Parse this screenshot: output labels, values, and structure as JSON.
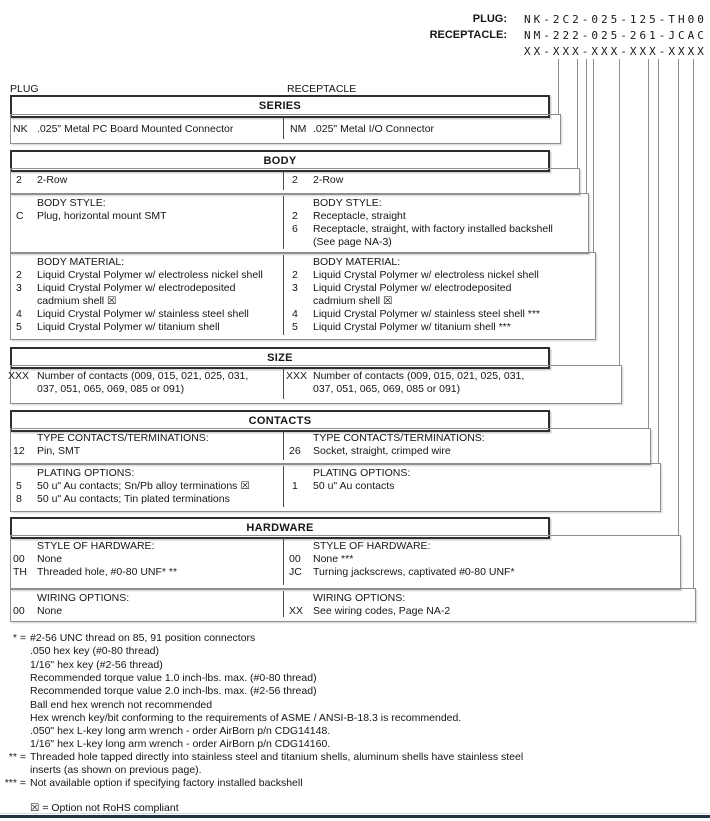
{
  "pn": {
    "plug_label": "PLUG:",
    "plug_value": "NK-2C2-025-125-TH00",
    "receptacle_label": "RECEPTACLE:",
    "receptacle_value": "NM-222-025-261-JCAC",
    "pattern": "XX-XXX-XXX-XXX-XXXX"
  },
  "cols": {
    "left": "PLUG",
    "right": "RECEPTACLE"
  },
  "series": {
    "title": "SERIES",
    "left": {
      "code": "NK",
      "desc": ".025\" Metal PC Board Mounted Connector"
    },
    "right": {
      "code": "NM",
      "desc": ".025\" Metal I/O Connector"
    }
  },
  "body": {
    "title": "BODY",
    "rows": {
      "left_code": "2",
      "left_desc": "2-Row",
      "right_code": "2",
      "right_desc": "2-Row"
    },
    "style": {
      "label": "BODY STYLE:",
      "left": [
        {
          "code": "C",
          "desc": "Plug, horizontal mount SMT"
        }
      ],
      "right": [
        {
          "code": "2",
          "desc": "Receptacle, straight"
        },
        {
          "code": "6",
          "desc": "Receptacle, straight, with factory installed backshell"
        },
        {
          "code": "",
          "desc": "(See page NA-3)"
        }
      ]
    },
    "material": {
      "label": "BODY MATERIAL:",
      "left": [
        {
          "code": "2",
          "desc": "Liquid Crystal Polymer w/ electroless nickel shell"
        },
        {
          "code": "3",
          "desc": "Liquid Crystal Polymer w/ electrodeposited"
        },
        {
          "code": "",
          "desc": "cadmium shell  ☒"
        },
        {
          "code": "4",
          "desc": "Liquid Crystal Polymer w/ stainless steel shell"
        },
        {
          "code": "5",
          "desc": "Liquid Crystal Polymer w/ titanium shell"
        }
      ],
      "right": [
        {
          "code": "2",
          "desc": "Liquid Crystal Polymer w/ electroless nickel shell"
        },
        {
          "code": "3",
          "desc": "Liquid Crystal Polymer w/ electrodeposited"
        },
        {
          "code": "",
          "desc": "cadmium shell  ☒"
        },
        {
          "code": "4",
          "desc": "Liquid Crystal Polymer w/ stainless steel shell ***"
        },
        {
          "code": "5",
          "desc": "Liquid Crystal Polymer w/ titanium shell ***"
        }
      ]
    }
  },
  "size": {
    "title": "SIZE",
    "code": "XXX",
    "desc1": "Number of contacts (009, 015, 021, 025, 031,",
    "desc2": "037, 051, 065, 069, 085 or 091)"
  },
  "contacts": {
    "title": "CONTACTS",
    "type": {
      "label": "TYPE CONTACTS/TERMINATIONS:",
      "left": {
        "code": "12",
        "desc": "Pin, SMT"
      },
      "right": {
        "code": "26",
        "desc": "Socket, straight, crimped wire"
      }
    },
    "plating": {
      "label": "PLATING OPTIONS:",
      "left": [
        {
          "code": "5",
          "desc": "50 u\" Au contacts; Sn/Pb alloy terminations  ☒"
        },
        {
          "code": "8",
          "desc": "50 u\" Au contacts; Tin plated terminations"
        }
      ],
      "right": [
        {
          "code": "1",
          "desc": "50 u\" Au contacts"
        }
      ]
    }
  },
  "hardware": {
    "title": "HARDWARE",
    "style": {
      "label": "STYLE OF HARDWARE:",
      "left": [
        {
          "code": "00",
          "desc": "None"
        },
        {
          "code": "TH",
          "desc": "Threaded hole, #0-80 UNF*  **"
        }
      ],
      "right": [
        {
          "code": "00",
          "desc": "None  ***"
        },
        {
          "code": "JC",
          "desc": "Turning jackscrews, captivated #0-80 UNF*"
        }
      ]
    },
    "wiring": {
      "label": "WIRING OPTIONS:",
      "left": {
        "code": "00",
        "desc": "None"
      },
      "right": {
        "code": "XX",
        "desc": "See wiring codes, Page NA-2"
      }
    }
  },
  "footnotes": {
    "star_marker": "* =",
    "star_lines": [
      "#2-56 UNC thread on 85, 91 position connectors",
      ".050 hex key (#0-80 thread)",
      "1/16\" hex key (#2-56 thread)",
      "Recommended torque value 1.0 inch-lbs. max. (#0-80 thread)",
      "Recommended torque value 2.0 inch-lbs. max. (#2-56 thread)",
      "Ball end hex wrench not recommended",
      "Hex wrench key/bit conforming to the requirements of ASME / ANSI-B-18.3 is recommended.",
      ".050\" hex L-key long arm wrench - order AirBorn p/n CDG14148.",
      "1/16\" hex L-key long arm wrench - order AirBorn p/n CDG14160."
    ],
    "dstar_marker": "** =",
    "dstar_line1": "Threaded hole tapped directly into stainless steel and titanium shells, aluminum shells have stainless steel",
    "dstar_line2": "inserts (as shown on previous page).",
    "tstar_marker": "*** =",
    "tstar_line": "Not available option if specifying factory installed backshell",
    "rohs_note": "☒ = Option not RoHS compliant"
  }
}
